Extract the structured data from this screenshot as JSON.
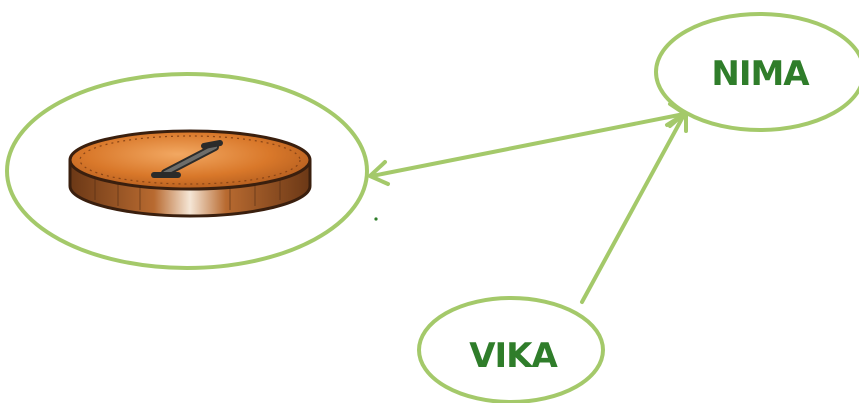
{
  "colors": {
    "outline": "#a4c96a",
    "text": "#2f7d2a",
    "coin_face": "#d9782a",
    "coin_edge": "#a85a23",
    "coin_dark": "#4a2712",
    "numeral": "#5a5a58"
  },
  "nodes": {
    "coin": {
      "icon": "coin-1-icon",
      "numeral": "1"
    },
    "nima": {
      "label": "NIMA"
    },
    "vika": {
      "label": "VIKA"
    }
  },
  "edges": [
    {
      "from": "nima",
      "to": "coin",
      "arrows": "both"
    },
    {
      "from": "vika",
      "to": "nima",
      "arrows": "end"
    }
  ]
}
